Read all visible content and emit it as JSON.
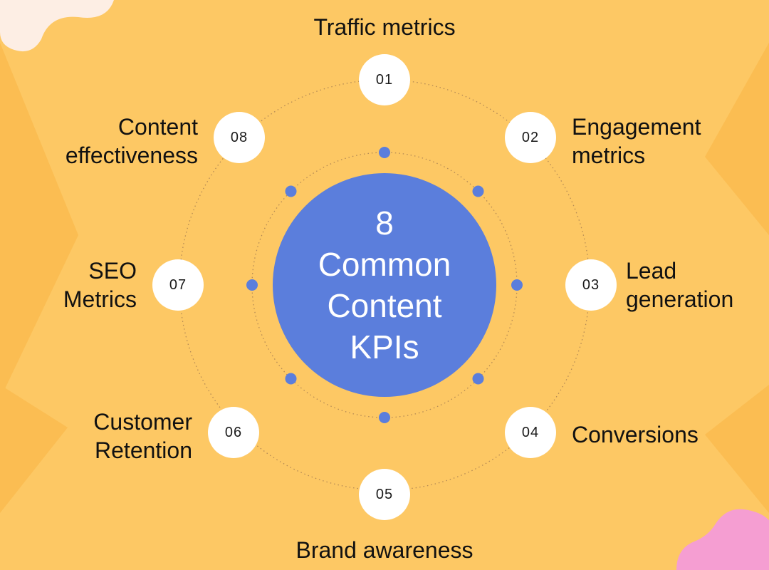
{
  "diagram": {
    "center_title_lines": [
      "8",
      "Common",
      "Content",
      "KPIs"
    ],
    "colors": {
      "background": "#fdc864",
      "hub": "#5b7edc",
      "node": "#ffffff",
      "text": "#111111",
      "connector": "#b48a55"
    },
    "kpis": [
      {
        "number": "01",
        "label_lines": [
          "Traffic metrics"
        ]
      },
      {
        "number": "02",
        "label_lines": [
          "Engagement",
          "metrics"
        ]
      },
      {
        "number": "03",
        "label_lines": [
          "Lead",
          "generation"
        ]
      },
      {
        "number": "04",
        "label_lines": [
          "Conversions"
        ]
      },
      {
        "number": "05",
        "label_lines": [
          "Brand awareness"
        ]
      },
      {
        "number": "06",
        "label_lines": [
          "Customer",
          "Retention"
        ]
      },
      {
        "number": "07",
        "label_lines": [
          "SEO",
          "Metrics"
        ]
      },
      {
        "number": "08",
        "label_lines": [
          "Content",
          "effectiveness"
        ]
      }
    ]
  }
}
